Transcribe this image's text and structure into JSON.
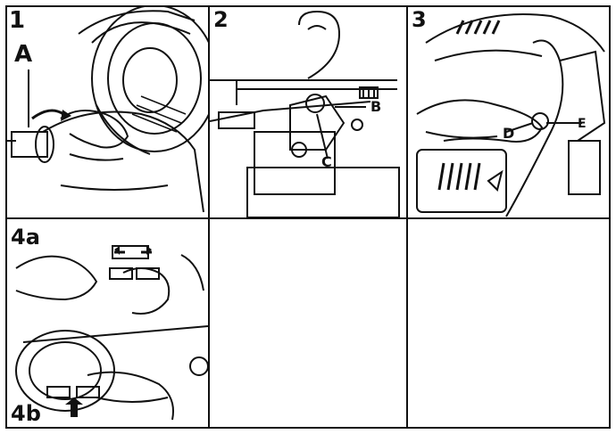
{
  "panels": [
    {
      "step": "1",
      "labels": {
        "a": "A"
      }
    },
    {
      "step": "2",
      "labels": {
        "b": "B",
        "c": "C"
      }
    },
    {
      "step": "3",
      "labels": {
        "d": "D",
        "e": "E"
      }
    },
    {
      "step": "4a",
      "step_b": "4b"
    },
    {
      "step": ""
    },
    {
      "step": ""
    }
  ],
  "colors": {
    "ink": "#111111",
    "paper": "#ffffff"
  }
}
